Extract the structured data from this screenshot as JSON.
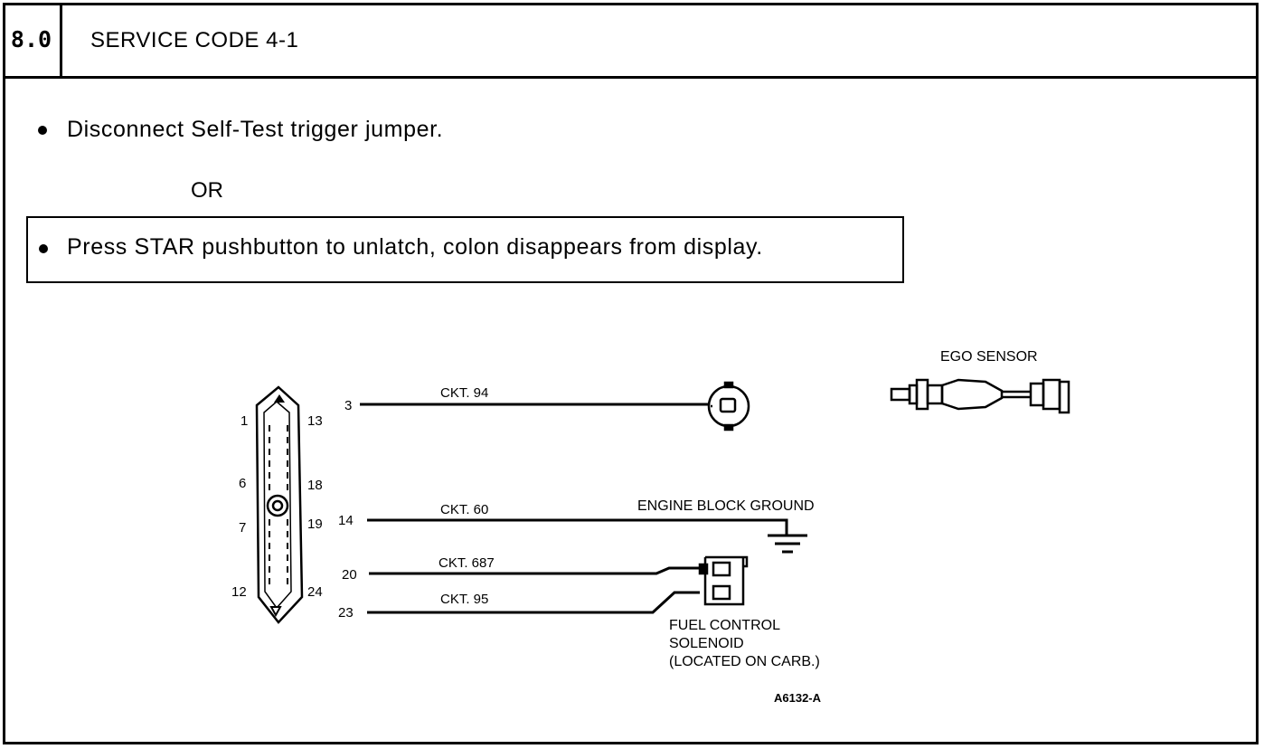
{
  "header": {
    "section_number": "8.0",
    "title": "SERVICE CODE 4-1"
  },
  "steps": {
    "step1": "Disconnect Self-Test trigger jumper.",
    "or_label": "OR",
    "step2": "Press STAR pushbutton to unlatch, colon disappears from display."
  },
  "diagram": {
    "connector_pins": {
      "p1": "1",
      "p13": "13",
      "p6": "6",
      "p18": "18",
      "p7": "7",
      "p19": "19",
      "p12": "12",
      "p24": "24"
    },
    "wires": {
      "w1_pin": "3",
      "w1_ckt": "CKT. 94",
      "w2_pin": "14",
      "w2_ckt": "CKT. 60",
      "w3_pin": "20",
      "w3_ckt": "CKT. 687",
      "w4_pin": "23",
      "w4_ckt": "CKT. 95"
    },
    "labels": {
      "ego_sensor": "EGO SENSOR",
      "engine_ground": "ENGINE BLOCK GROUND",
      "fuel_line1": "FUEL CONTROL",
      "fuel_line2": "SOLENOID",
      "fuel_line3": "(LOCATED ON CARB.)",
      "figure_id": "A6132-A"
    }
  }
}
